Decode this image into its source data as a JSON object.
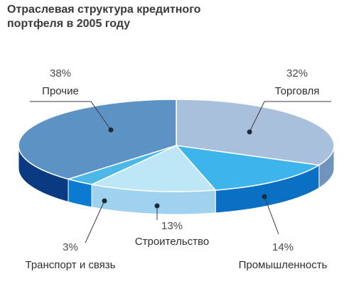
{
  "title_line1": "Отраслевая структура кредитного",
  "title_line2": "портфеля в 2005 году",
  "chart_data": {
    "type": "pie",
    "style": "3d",
    "title": "Отраслевая структура кредитного портфеля в 2005 году",
    "slices": [
      {
        "label": "Торговля",
        "value": 32,
        "value_label": "32%",
        "color": "#a9c0dc",
        "side_color": "#6f93bd"
      },
      {
        "label": "Промышленность",
        "value": 14,
        "value_label": "14%",
        "color": "#3db4ea",
        "side_color": "#0a70c4"
      },
      {
        "label": "Строительство",
        "value": 13,
        "value_label": "13%",
        "color": "#bde6f7",
        "side_color": "#9fd2ee"
      },
      {
        "label": "Транспорт и связь",
        "value": 3,
        "value_label": "3%",
        "color": "#4cb8e8",
        "side_color": "#0a7bd0"
      },
      {
        "label": "Прочие",
        "value": 38,
        "value_label": "38%",
        "color": "#5d93c4",
        "side_color": "#0a3a82"
      }
    ]
  }
}
